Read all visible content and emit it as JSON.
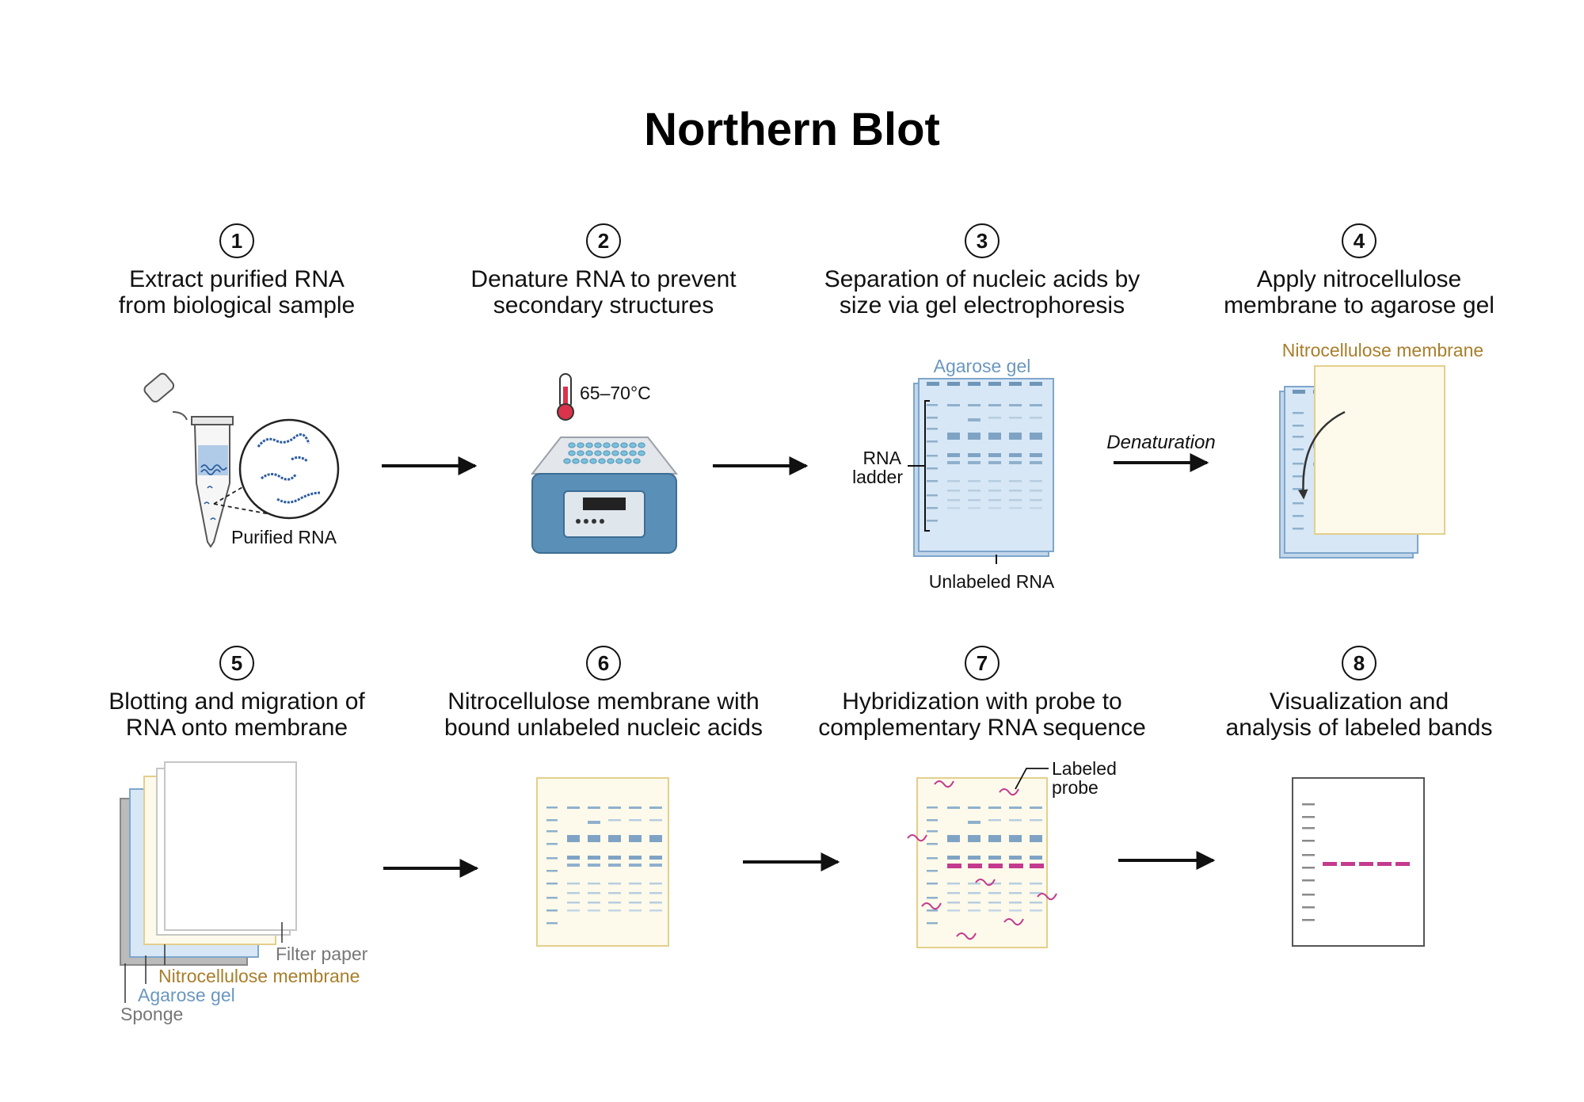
{
  "title": "Northern Blot",
  "steps": [
    {
      "number": "1",
      "text": "Extract purified RNA\nfrom biological sample"
    },
    {
      "number": "2",
      "text": "Denature RNA to prevent\nsecondary structures"
    },
    {
      "number": "3",
      "text": "Separation of nucleic acids by\nsize via gel electrophoresis"
    },
    {
      "number": "4",
      "text": "Apply nitrocellulose\nmembrane to agarose gel"
    },
    {
      "number": "5",
      "text": "Blotting and migration of\nRNA onto membrane"
    },
    {
      "number": "6",
      "text": "Nitrocellulose membrane with\nbound unlabeled nucleic acids"
    },
    {
      "number": "7",
      "text": "Hybridization with probe to\ncomplementary RNA sequence"
    },
    {
      "number": "8",
      "text": "Visualization and\nanalysis of labeled bands"
    }
  ],
  "labels": {
    "purified_rna": "Purified RNA",
    "temperature": "65–70°C",
    "agarose_gel": "Agarose gel",
    "rna_ladder_1": "RNA",
    "rna_ladder_2": "ladder",
    "unlabeled_rna": "Unlabeled RNA",
    "denaturation": "Denaturation",
    "nitrocellulose_membrane": "Nitrocellulose membrane",
    "filter_paper": "Filter paper",
    "stack_nitrocellulose": "Nitrocellulose membrane",
    "stack_agarose": "Agarose gel",
    "sponge": "Sponge",
    "labeled_probe_1": "Labeled",
    "labeled_probe_2": "probe"
  },
  "colors": {
    "gel_blue": "#d7e7f6",
    "gel_border": "#7ea6cc",
    "band_blue": "#8fb0cc",
    "membrane": "#fdfaeb",
    "membrane_border": "#e3cf8c",
    "probe_magenta": "#c43a8e",
    "agarose_text": "#6a97bf",
    "nitro_text": "#a87e2a",
    "gray_text": "#777777"
  }
}
